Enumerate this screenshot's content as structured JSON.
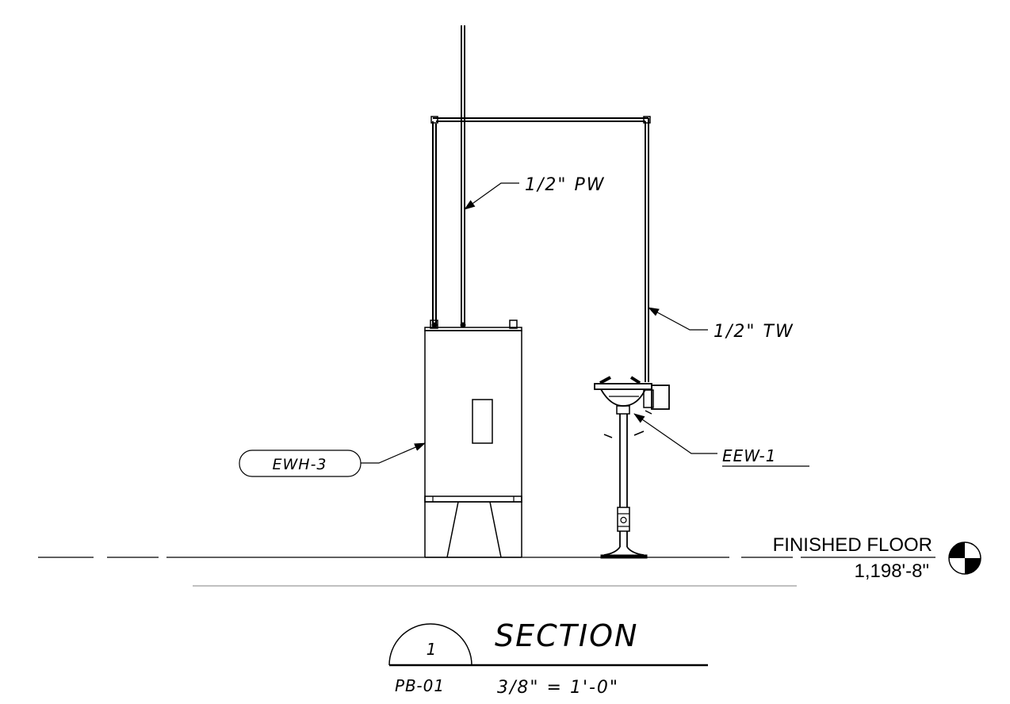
{
  "labels": {
    "pw": "1/2\" PW",
    "tw": "1/2\" TW",
    "ewh": "EWH-3",
    "eew": "EEW-1",
    "floor_name": "FINISHED FLOOR",
    "floor_elev": "1,198'-8\""
  },
  "title_block": {
    "number": "1",
    "title": "SECTION",
    "sheet": "PB-01",
    "scale": "3/8\" = 1'-0\""
  }
}
